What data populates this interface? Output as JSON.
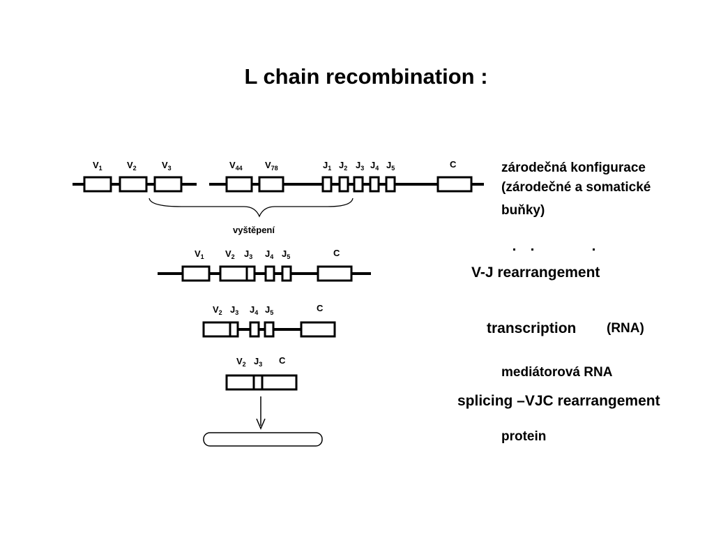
{
  "title": "L chain recombination :",
  "rows": {
    "germline": {
      "labels": [
        "V",
        "V",
        "V",
        "V",
        "V",
        "J",
        "J",
        "J",
        "J",
        "J",
        "C"
      ],
      "subs": [
        "1",
        "2",
        "3",
        "44",
        "78",
        "1",
        "2",
        "3",
        "4",
        "5",
        ""
      ]
    },
    "excision_label": "vyštěpení",
    "rearranged": {
      "labels": [
        "V",
        "V",
        "J",
        "J",
        "J",
        "C"
      ],
      "subs": [
        "1",
        "2",
        "3",
        "4",
        "5",
        ""
      ]
    },
    "transcript": {
      "labels": [
        "V",
        "J",
        "J",
        "J",
        "C"
      ],
      "subs": [
        "2",
        "3",
        "4",
        "5",
        ""
      ]
    },
    "mrna": {
      "labels": [
        "V",
        "J",
        "C"
      ],
      "subs": [
        "2",
        "3",
        ""
      ]
    }
  },
  "right_labels": {
    "germline_line1": "zárodečná konfigurace",
    "germline_line2": "(zárodečné a somatické",
    "germline_line3": "buňky)",
    "vj": "V-J rearrangement",
    "transcription": "transcription",
    "rna": "(RNA)",
    "mrna": "mediátorová RNA",
    "splicing": "splicing –VJC rearrangement",
    "protein": "protein"
  }
}
